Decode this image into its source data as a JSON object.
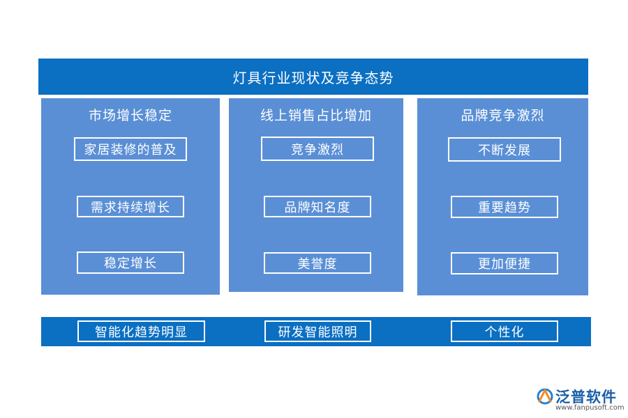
{
  "title": "灯具行业现状及竞争态势",
  "columns": [
    {
      "heading": "市场增长稳定",
      "items": [
        "家居装修的普及",
        "需求持续增长",
        "稳定增长"
      ]
    },
    {
      "heading": "线上销售占比增加",
      "items": [
        "竞争激烈",
        "品牌知名度",
        "美誉度"
      ]
    },
    {
      "heading": "品牌竞争激烈",
      "items": [
        "不断发展",
        "重要趋势",
        "更加便捷"
      ]
    }
  ],
  "trends": [
    "智能化趋势明显",
    "研发智能照明",
    "个性化"
  ],
  "logo": {
    "name": "泛普软件",
    "url": "www.fanpusoft.com"
  },
  "colors": {
    "banner": "#0b6fc2",
    "panel": "#5a8fd6",
    "text": "#ffffff"
  }
}
